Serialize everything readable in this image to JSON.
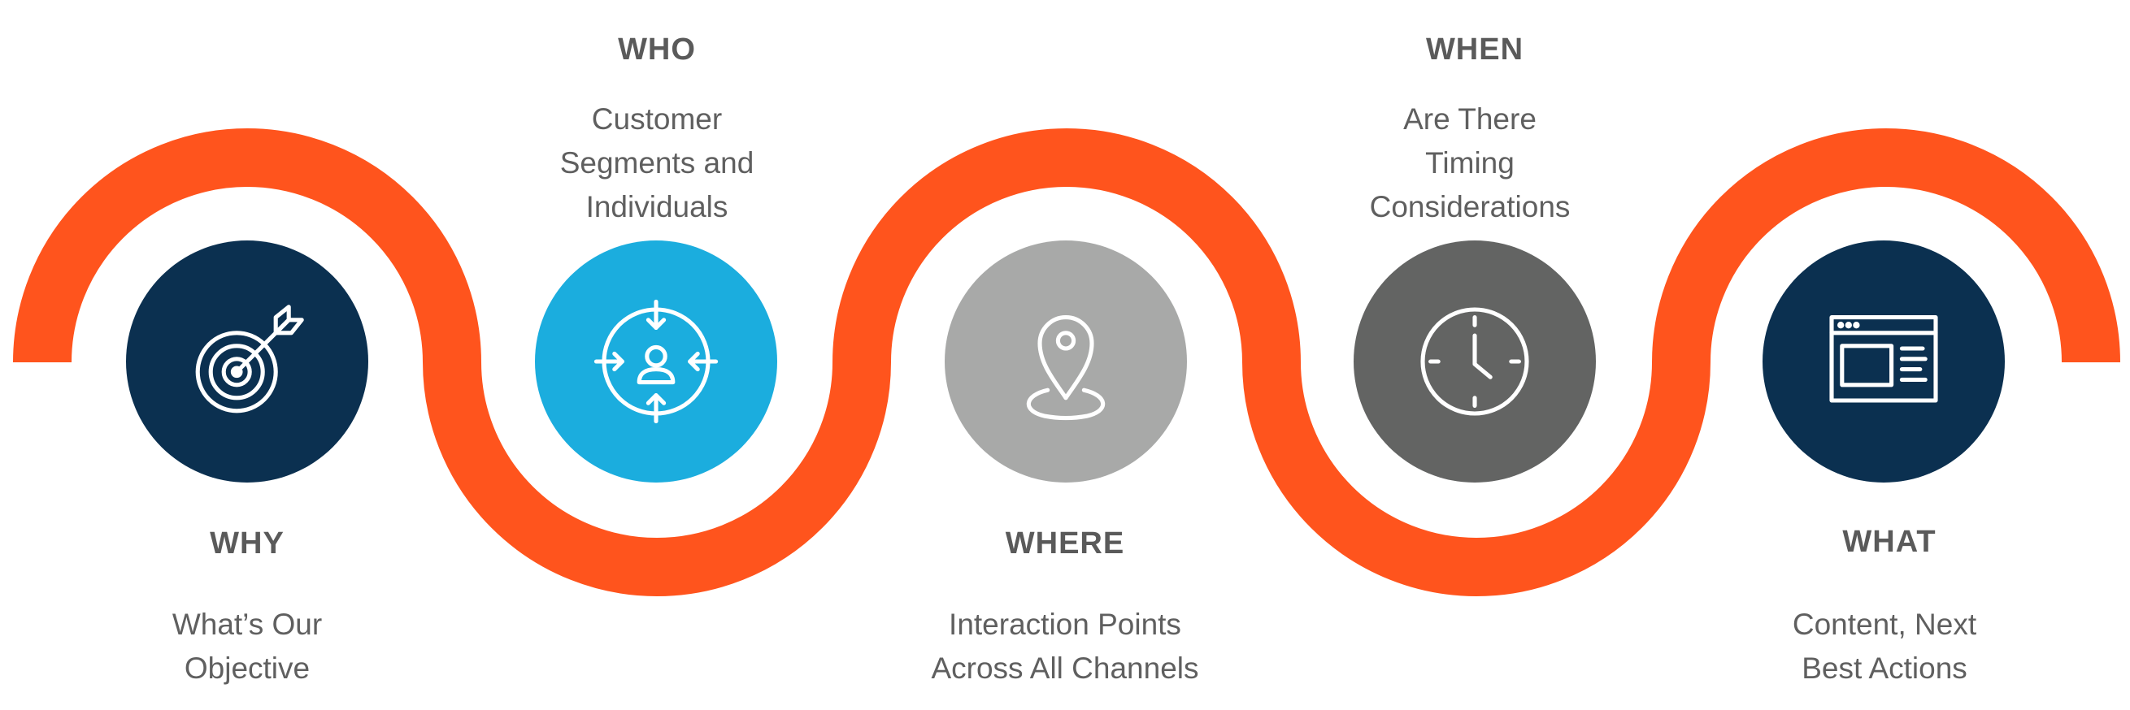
{
  "colors": {
    "wave": "#ff541d",
    "navy": "#0b3050",
    "sky": "#1badde",
    "light_gray": "#a8a9a8",
    "dark_gray": "#636463",
    "icon": "#ffffff"
  },
  "steps": [
    {
      "title": "WHY",
      "line1": "What’s Our",
      "line2": "Objective",
      "icon": "target-icon"
    },
    {
      "title": "WHO",
      "line1": "Customer",
      "line2": "Segments and",
      "line3": "Individuals",
      "icon": "customer-focus-icon"
    },
    {
      "title": "WHERE",
      "line1": "Interaction Points",
      "line2": "Across All Channels",
      "icon": "location-pin-icon"
    },
    {
      "title": "WHEN",
      "line1": "Are There",
      "line2": "Timing",
      "line3": "Considerations",
      "icon": "clock-icon"
    },
    {
      "title": "WHAT",
      "line1": "Content, Next",
      "line2": "Best Actions",
      "icon": "browser-window-icon"
    }
  ]
}
